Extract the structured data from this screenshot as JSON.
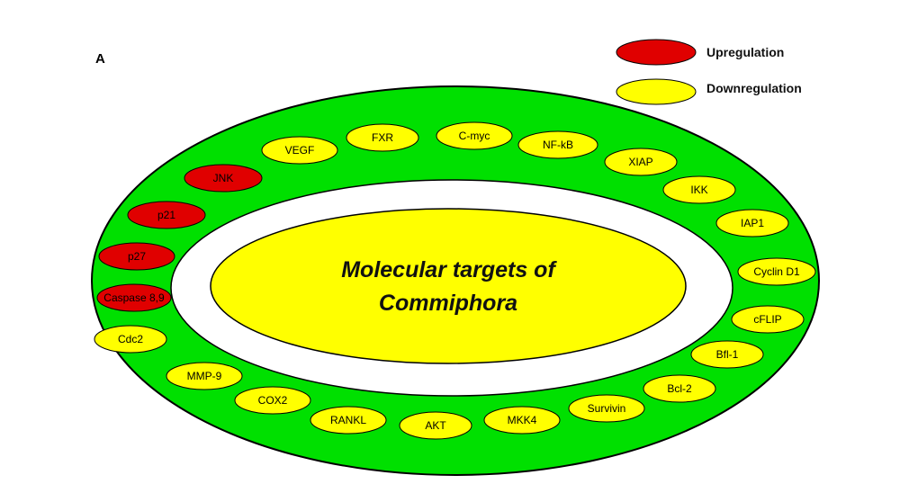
{
  "panel_label": "A",
  "colors": {
    "upregulation": "#e00000",
    "downregulation": "#ffff00",
    "ring": "#00e000",
    "outline": "#000000",
    "background": "#ffffff"
  },
  "legend": [
    {
      "label": "Upregulation",
      "kind": "up"
    },
    {
      "label": "Downregulation",
      "kind": "down"
    }
  ],
  "center": {
    "line1": "Molecular targets of",
    "line2": "Commiphora"
  },
  "targets": [
    {
      "label": "VEGF",
      "kind": "down"
    },
    {
      "label": "FXR",
      "kind": "down"
    },
    {
      "label": "C-myc",
      "kind": "down"
    },
    {
      "label": "NF-kB",
      "kind": "down"
    },
    {
      "label": "XIAP",
      "kind": "down"
    },
    {
      "label": "IKK",
      "kind": "down"
    },
    {
      "label": "IAP1",
      "kind": "down"
    },
    {
      "label": "Cyclin D1",
      "kind": "down"
    },
    {
      "label": "cFLIP",
      "kind": "down"
    },
    {
      "label": "Bfl-1",
      "kind": "down"
    },
    {
      "label": "Bcl-2",
      "kind": "down"
    },
    {
      "label": "Survivin",
      "kind": "down"
    },
    {
      "label": "MKK4",
      "kind": "down"
    },
    {
      "label": "AKT",
      "kind": "down"
    },
    {
      "label": "RANKL",
      "kind": "down"
    },
    {
      "label": "COX2",
      "kind": "down"
    },
    {
      "label": "MMP-9",
      "kind": "down"
    },
    {
      "label": "Cdc2",
      "kind": "down"
    },
    {
      "label": "Caspase 8,9",
      "kind": "up"
    },
    {
      "label": "p27",
      "kind": "up"
    },
    {
      "label": "p21",
      "kind": "up"
    },
    {
      "label": "JNK",
      "kind": "up"
    }
  ]
}
